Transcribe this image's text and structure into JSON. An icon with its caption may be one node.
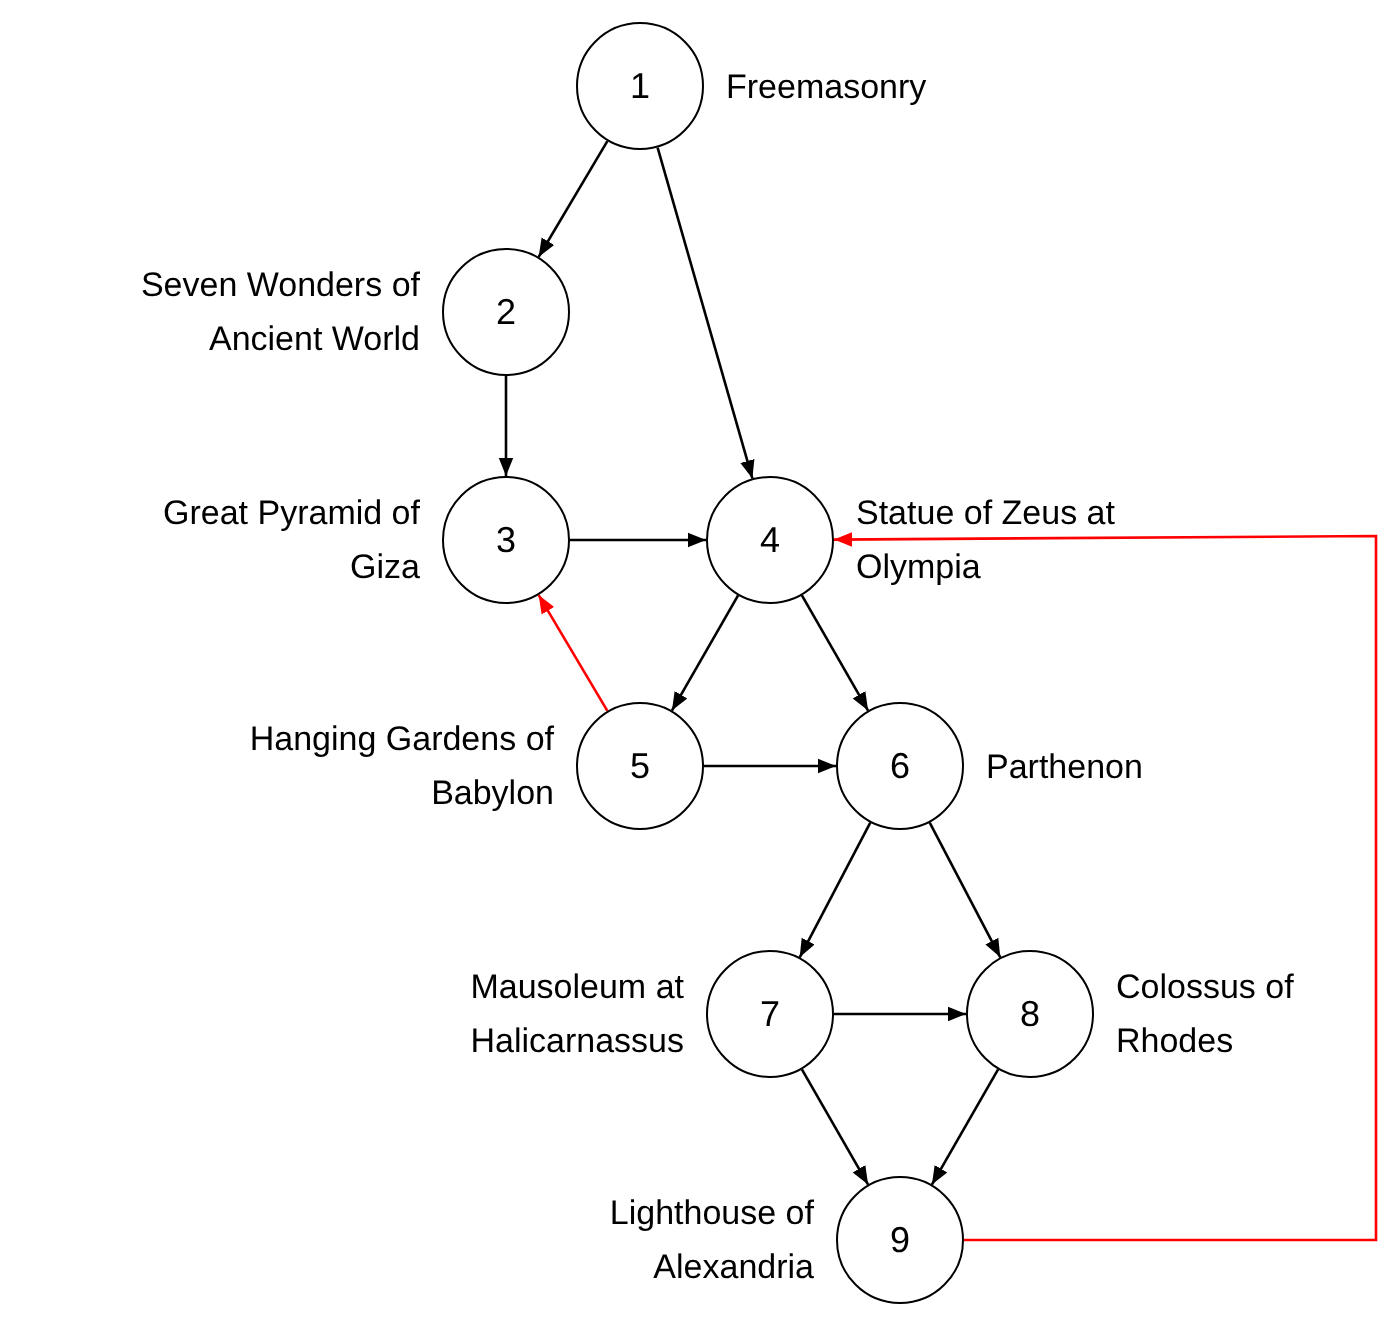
{
  "diagram": {
    "nodes": [
      {
        "text": [
          "1"
        ],
        "beside": [
          "Freemasonry"
        ]
      },
      {
        "text": [
          "2"
        ],
        "beside": [
          "Seven Wonders of Ancient World"
        ]
      },
      {
        "text": [
          "3"
        ],
        "beside": [
          "Great Pyramid of Giza"
        ]
      },
      {
        "text": [
          "4"
        ],
        "beside": [
          "Statue of Zeus at Olympia"
        ]
      },
      {
        "text": [
          "5"
        ],
        "beside": [
          "Hanging Gardens of Babylon"
        ]
      },
      {
        "text": [
          "6"
        ],
        "beside": [
          "Parthenon"
        ]
      },
      {
        "text": [
          "7"
        ],
        "beside": [
          "Mausoleum at Halicarnassus"
        ]
      },
      {
        "text": [
          "8"
        ],
        "beside": [
          "Colossus of Rhodes"
        ]
      },
      {
        "text": [
          "9"
        ],
        "beside": [
          "Lighthouse of Alexandria"
        ]
      }
    ],
    "edges": [
      {
        "from": 0,
        "to": 1,
        "arrow": "to"
      },
      {
        "from": 0,
        "to": 3,
        "arrow": "to"
      },
      {
        "from": 1,
        "to": 2,
        "arrow": "to"
      },
      {
        "from": 2,
        "to": 3,
        "arrow": "to"
      },
      {
        "from": 3,
        "to": 4,
        "arrow": "to"
      },
      {
        "from": 3,
        "to": 5,
        "arrow": "to"
      },
      {
        "from": 4,
        "to": 5,
        "arrow": "to"
      },
      {
        "from": 4,
        "to": 2,
        "arrow": "to",
        "color": "#ff0000"
      },
      {
        "from": 5,
        "to": 6,
        "arrow": "to"
      },
      {
        "from": 5,
        "to": 7,
        "arrow": "to"
      },
      {
        "from": 6,
        "to": 7,
        "arrow": "to"
      },
      {
        "from": 6,
        "to": 8,
        "arrow": "to"
      },
      {
        "from": 7,
        "to": 8,
        "arrow": "to"
      },
      {
        "from": 8,
        "to": 3,
        "arrow": "to",
        "color": "#ff0000"
      }
    ]
  }
}
